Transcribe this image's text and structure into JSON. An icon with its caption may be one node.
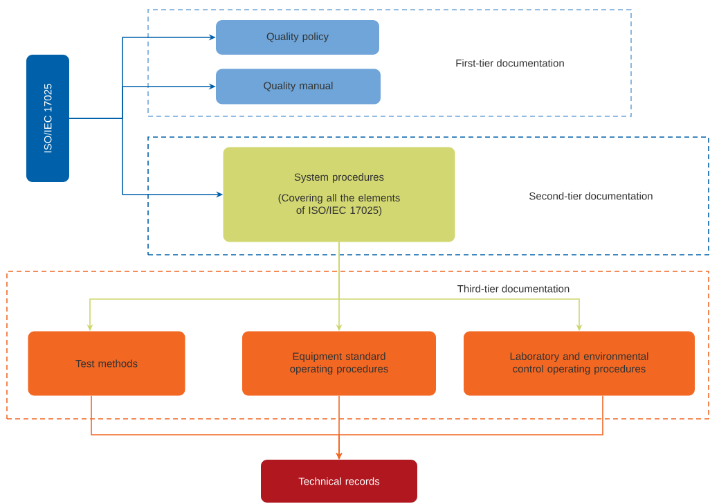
{
  "diagram": {
    "nodes": [
      {
        "text": [
          "ISO/IEC 17025"
        ]
      },
      {
        "text": [
          "First-tier documentation"
        ]
      },
      {
        "text": [
          "Quality policy"
        ],
        "in": 1
      },
      {
        "text": [
          "Quality manual"
        ],
        "in": 1
      },
      {
        "text": [
          "Second-tier documentation"
        ]
      },
      {
        "text": [
          "System procedures",
          "(Covering all the elements of ISO/IEC 17025)"
        ],
        "in": 4
      },
      {
        "text": [
          "Third-tier documentation"
        ]
      },
      {
        "text": [
          "Test methods"
        ],
        "in": 6
      },
      {
        "text": [
          "Equipment standard operating procedures"
        ],
        "in": 6
      },
      {
        "text": [
          "Laboratory and environmental control operating procedures"
        ],
        "in": 6
      },
      {
        "text": [
          "Technical records"
        ]
      }
    ],
    "edges": [
      {
        "from": 0,
        "to": 2,
        "arrow": "to",
        "color": "#0060a9"
      },
      {
        "from": 0,
        "to": 3,
        "arrow": "to",
        "color": "#0060a9"
      },
      {
        "from": 0,
        "to": 5,
        "arrow": "to",
        "color": "#0060a9"
      },
      {
        "from": 5,
        "to": 7,
        "arrow": "to",
        "color": "#cdd66b"
      },
      {
        "from": 5,
        "to": 8,
        "arrow": "to",
        "color": "#cdd66b"
      },
      {
        "from": 5,
        "to": 9,
        "arrow": "to",
        "color": "#cdd66b"
      },
      {
        "from": 7,
        "to": 10,
        "arrow": "to",
        "color": "#f26722"
      },
      {
        "from": 8,
        "to": 10,
        "arrow": "to",
        "color": "#f26722"
      },
      {
        "from": 9,
        "to": 10,
        "arrow": "to",
        "color": "#f26722"
      }
    ]
  }
}
